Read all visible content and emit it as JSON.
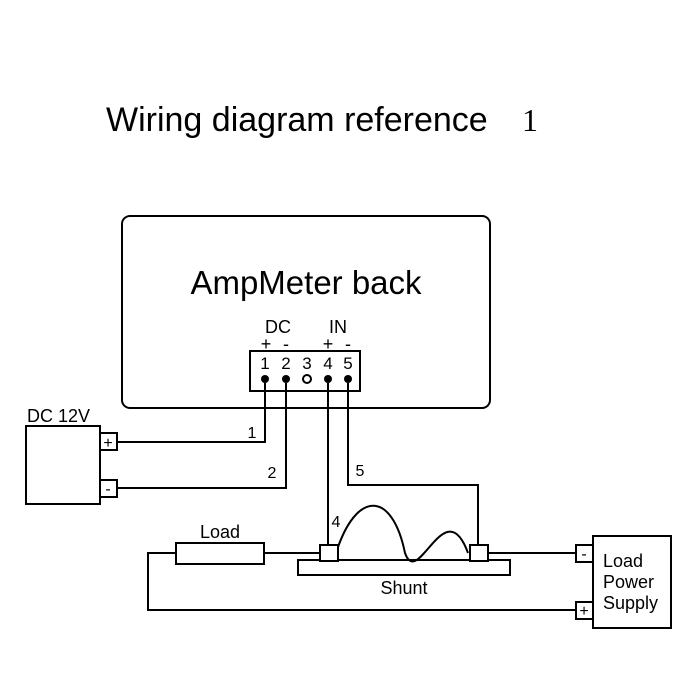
{
  "title": "Wiring diagram reference",
  "title_number": "1",
  "ampmeter": {
    "label": "AmpMeter back",
    "dc_label": "DC",
    "in_label": "IN",
    "dc_polarity": [
      "+",
      "-"
    ],
    "in_polarity": [
      "+",
      "-"
    ],
    "pins": [
      "1",
      "2",
      "3",
      "4",
      "5"
    ]
  },
  "dc_supply": {
    "label": "DC 12V",
    "plus": "+",
    "minus": "-"
  },
  "wires": [
    "1",
    "2",
    "4",
    "5"
  ],
  "load": {
    "label": "Load"
  },
  "shunt": {
    "label": "Shunt"
  },
  "load_power_supply": {
    "lines": [
      "Load",
      "Power",
      "Supply"
    ],
    "minus": "-",
    "plus": "+"
  }
}
